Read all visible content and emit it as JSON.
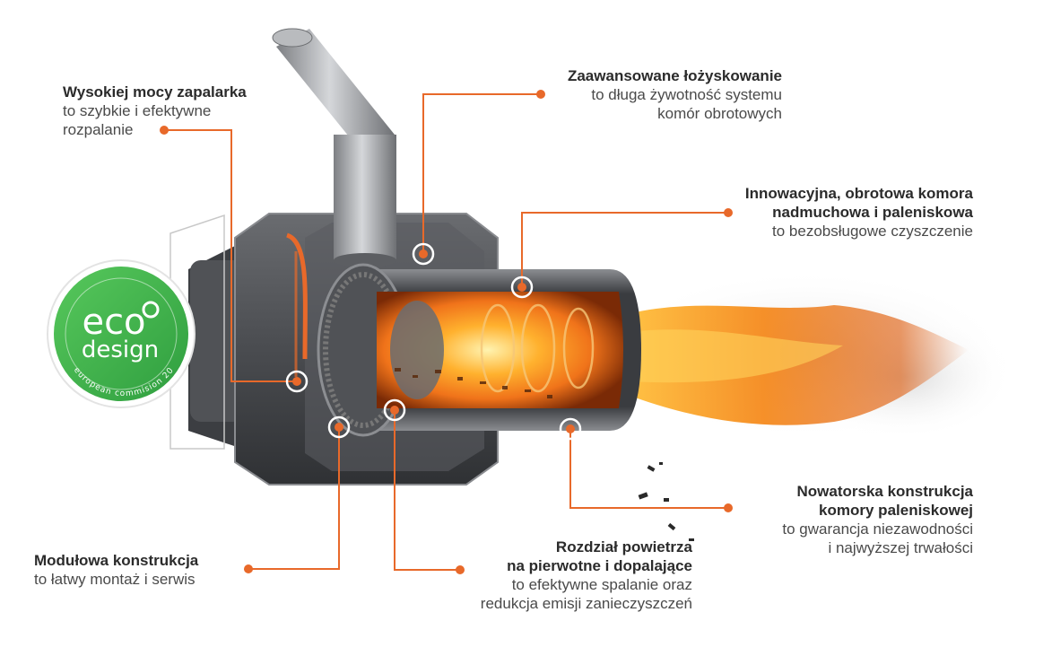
{
  "badge": {
    "word1": "eco",
    "word2": "design",
    "ring_text": "european commision 2020",
    "color": "#3db34a"
  },
  "accent_color": "#e8692a",
  "callouts": [
    {
      "title": "Wysokiej mocy zapalarka",
      "lines": [
        "to szybkie i efektywne",
        "rozpalanie"
      ]
    },
    {
      "title": "Zaawansowane łożyskowanie",
      "lines": [
        "to długa żywotność systemu",
        "komór obrotowych"
      ]
    },
    {
      "title_lines": [
        "Innowacyjna, obrotowa komora",
        "nadmuchowa i paleniskowa"
      ],
      "lines": [
        "to bezobsługowe czyszczenie"
      ]
    },
    {
      "title_lines": [
        "Nowatorska konstrukcja",
        "komory paleniskowej"
      ],
      "lines": [
        "to gwarancja niezawodności",
        "i najwyższej trwałości"
      ]
    },
    {
      "title_lines": [
        "Rozdział powietrza",
        "na pierwotne i dopalające"
      ],
      "lines": [
        "to efektywne spalanie oraz",
        "redukcja emisji zanieczyszczeń"
      ]
    },
    {
      "title": "Modułowa konstrukcja",
      "lines": [
        "to łatwy montaż i serwis"
      ]
    }
  ]
}
